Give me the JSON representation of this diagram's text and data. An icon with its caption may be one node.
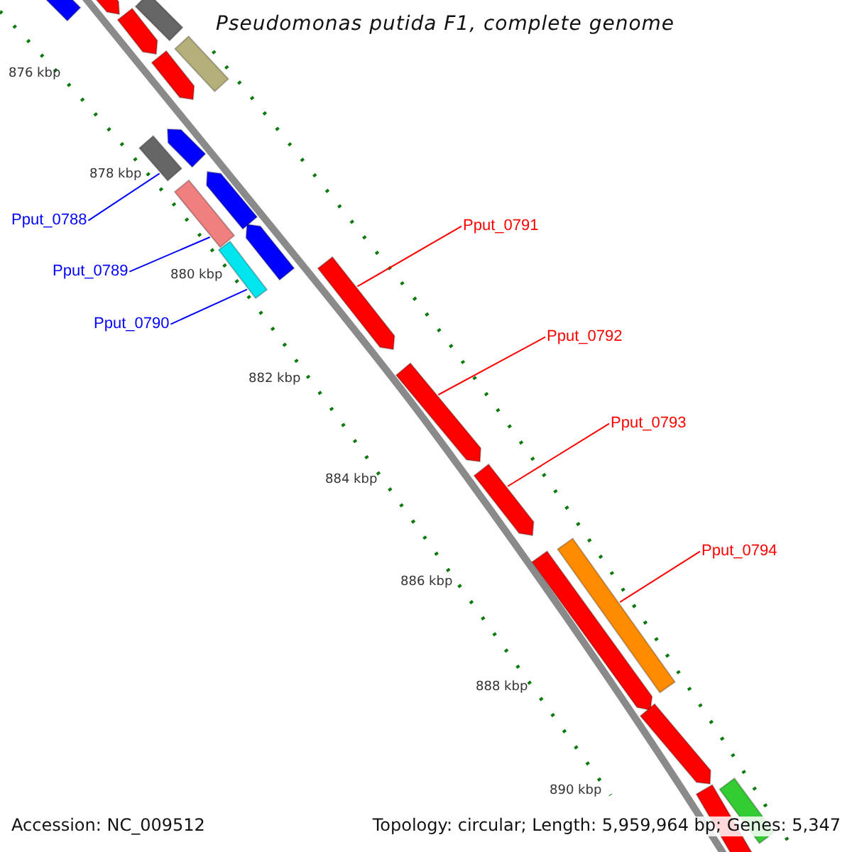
{
  "diagram": {
    "title": "Pseudomonas putida F1, complete genome",
    "nodes": [
      {
        "text": [
          "Pput_0788"
        ]
      },
      {
        "text": [
          "Pput_0789"
        ]
      },
      {
        "text": [
          "Pput_0790"
        ]
      },
      {
        "text": [
          "Pput_0791"
        ]
      },
      {
        "text": [
          "Pput_0792"
        ]
      },
      {
        "text": [
          "Pput_0793"
        ]
      },
      {
        "text": [
          "Pput_0794"
        ]
      },
      {
        "text": [],
        "shape": "box"
      },
      {
        "text": [],
        "shape": "box"
      },
      {
        "text": [],
        "shape": "box"
      },
      {
        "text": [],
        "shape": "arrow"
      },
      {
        "text": [],
        "shape": "arrow"
      },
      {
        "text": [],
        "shape": "arrow"
      },
      {
        "text": [],
        "shape": "box"
      },
      {
        "text": [],
        "shape": "box"
      },
      {
        "text": [],
        "shape": "arrow"
      },
      {
        "text": [],
        "shape": "arrow"
      },
      {
        "text": [],
        "shape": "box"
      },
      {
        "text": [],
        "shape": "arrow"
      },
      {
        "text": [],
        "shape": "box"
      },
      {
        "text": [],
        "shape": "arrow"
      },
      {
        "text": [],
        "shape": "arrow"
      },
      {
        "text": [],
        "shape": "arrow"
      },
      {
        "text": [],
        "shape": "arrow"
      },
      {
        "text": [],
        "shape": "arrow"
      },
      {
        "text": [],
        "shape": "box"
      },
      {
        "text": [],
        "shape": "box"
      }
    ],
    "edges": [
      {
        "from": 0,
        "to": 7,
        "arrow": "none",
        "color": "#0000ff"
      },
      {
        "from": 1,
        "to": 8,
        "arrow": "none",
        "color": "#0000ff"
      },
      {
        "from": 2,
        "to": 9,
        "arrow": "none",
        "color": "#0000ff"
      },
      {
        "from": 3,
        "to": 10,
        "arrow": "none"
      },
      {
        "from": 4,
        "to": 11,
        "arrow": "none"
      },
      {
        "from": 5,
        "to": 12,
        "arrow": "none"
      },
      {
        "from": 6,
        "to": 13,
        "arrow": "none"
      }
    ],
    "labels": [
      "876 kbp",
      "878 kbp",
      "880 kbp",
      "882 kbp",
      "884 kbp",
      "886 kbp",
      "888 kbp",
      "890 kbp",
      "Accession: NC_009512",
      "Topology: circular; Length: 5,959,964 bp; Genes: 5,347"
    ]
  }
}
